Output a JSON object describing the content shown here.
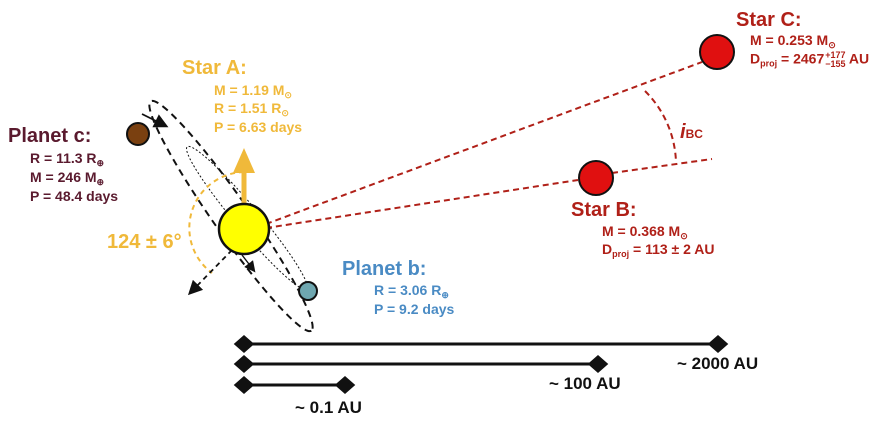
{
  "colors": {
    "star_a": "#ffff00",
    "star_a_label": "#f0b93a",
    "red_star": "#e01010",
    "red_label": "#b02018",
    "planet_c": "#7a4010",
    "planet_c_label": "#5a1a2e",
    "planet_b": "#6fa7b0",
    "planet_b_label": "#4a8bc4",
    "dash_red": "#b02018"
  },
  "star_a": {
    "title": "Star A:",
    "mass": "M = 1.19 M",
    "radius": "R = 1.51 R",
    "period": "P = 6.63 days",
    "sun_symbol": "⊙"
  },
  "star_b": {
    "title": "Star B:",
    "mass_prefix": "M    = 0.368 M",
    "sun_symbol": "⊙",
    "dproj_prefix": "D",
    "dproj_sub": "proj",
    "dproj_value": " = 113 ± 2 AU"
  },
  "star_c": {
    "title": "Star C:",
    "mass_prefix": "M    = 0.253 M",
    "sun_symbol": "⊙",
    "dproj_prefix": "D",
    "dproj_sub": "proj",
    "dproj_value": " = 2467",
    "dproj_plus": "+177",
    "dproj_minus": "−155",
    "dproj_unit": " AU"
  },
  "planet_c": {
    "title": "Planet c:",
    "radius": "R = 11.3 R",
    "mass": "M = 246 M",
    "period": "P = 48.4 days",
    "earth_symbol": "⊕"
  },
  "planet_b": {
    "title": "Planet b:",
    "radius": "R = 3.06 R",
    "period": "P = 9.2 days",
    "earth_symbol": "⊕"
  },
  "angle_label": "124 ± 6°",
  "inclination_label": {
    "symbol": "i",
    "sub": "BC"
  },
  "scale_labels": {
    "small": "~ 0.1 AU",
    "medium": "~ 100 AU",
    "large": "~ 2000 AU"
  }
}
